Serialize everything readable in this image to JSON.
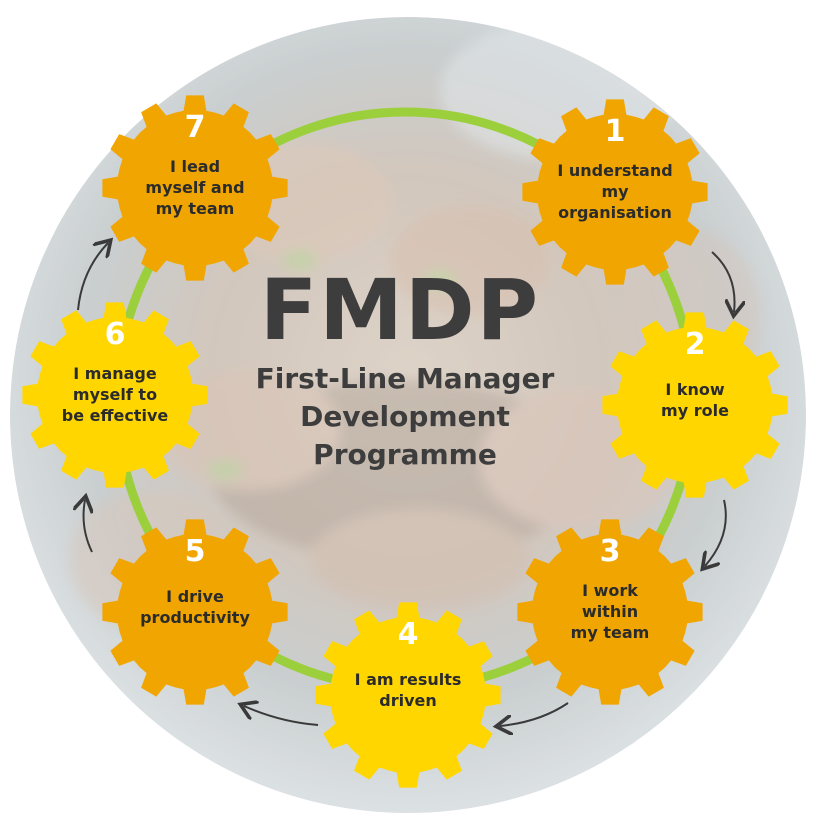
{
  "diagram": {
    "title": "FMDP",
    "subtitle_lines": [
      "First-Line Manager",
      "Development",
      "Programme"
    ],
    "colors": {
      "ring": "#9ccf3c",
      "gear_orange": "#f0a500",
      "gear_yellow": "#ffd600",
      "arrow": "#3a3a3a",
      "text_dark": "#3d3d3d",
      "number": "#ffffff"
    },
    "steps": [
      {
        "number": "1",
        "lines": [
          "I understand",
          "my",
          "organisation"
        ],
        "color": "orange"
      },
      {
        "number": "2",
        "lines": [
          "I know",
          "my role"
        ],
        "color": "yellow"
      },
      {
        "number": "3",
        "lines": [
          "I work",
          "within",
          "my team"
        ],
        "color": "orange"
      },
      {
        "number": "4",
        "lines": [
          "I am results",
          "driven"
        ],
        "color": "yellow"
      },
      {
        "number": "5",
        "lines": [
          "I drive",
          "productivity"
        ],
        "color": "orange"
      },
      {
        "number": "6",
        "lines": [
          "I manage",
          "myself to",
          "be effective"
        ],
        "color": "yellow"
      },
      {
        "number": "7",
        "lines": [
          "I lead",
          "myself and",
          "my team"
        ],
        "color": "orange"
      }
    ],
    "background": "photo of hands holding soil with seedlings (faded)"
  }
}
